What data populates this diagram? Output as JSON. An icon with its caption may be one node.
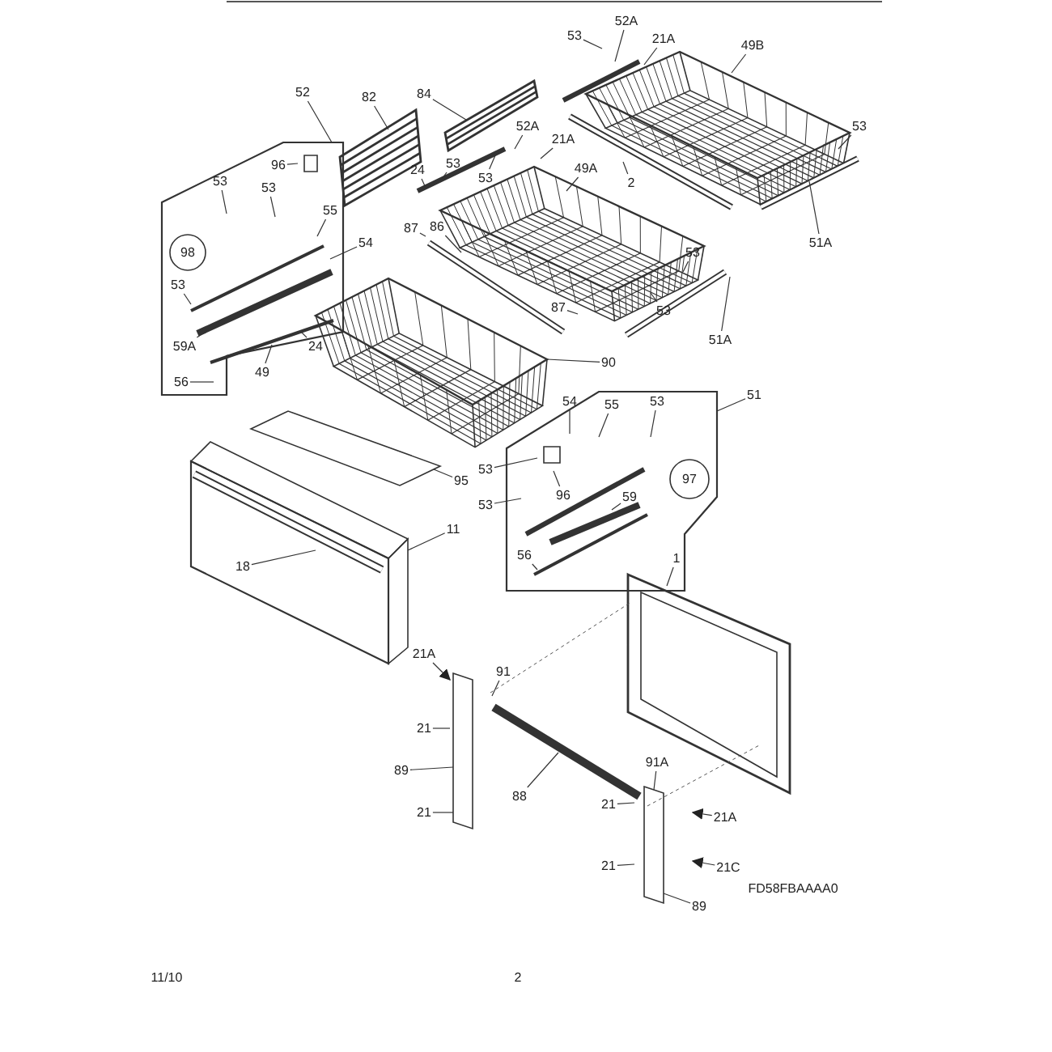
{
  "diagram": {
    "nodes": [
      {
        "text": [
          "52"
        ]
      },
      {
        "text": [
          "82"
        ]
      },
      {
        "text": [
          "84"
        ]
      },
      {
        "text": [
          "53"
        ]
      },
      {
        "text": [
          "52A"
        ]
      },
      {
        "text": [
          "21A"
        ]
      },
      {
        "text": [
          "49B"
        ]
      },
      {
        "text": [
          "96"
        ]
      },
      {
        "text": [
          "53"
        ]
      },
      {
        "text": [
          "53"
        ]
      },
      {
        "text": [
          "55"
        ]
      },
      {
        "text": [
          "54"
        ]
      },
      {
        "text": [
          "53"
        ]
      },
      {
        "text": [
          "24"
        ]
      },
      {
        "text": [
          "53"
        ]
      },
      {
        "text": [
          "53"
        ]
      },
      {
        "text": [
          "52A"
        ]
      },
      {
        "text": [
          "21A"
        ]
      },
      {
        "text": [
          "49A"
        ]
      },
      {
        "text": [
          "2"
        ]
      },
      {
        "text": [
          "53"
        ]
      },
      {
        "text": [
          "51A"
        ]
      },
      {
        "text": [
          "87"
        ]
      },
      {
        "text": [
          "86"
        ]
      },
      {
        "text": [
          "53"
        ]
      },
      {
        "text": [
          "53"
        ]
      },
      {
        "text": [
          "87"
        ]
      },
      {
        "text": [
          "59A"
        ]
      },
      {
        "text": [
          "24"
        ]
      },
      {
        "text": [
          "49"
        ]
      },
      {
        "text": [
          "56"
        ]
      },
      {
        "text": [
          "51A"
        ]
      },
      {
        "text": [
          "90"
        ]
      },
      {
        "text": [
          "51"
        ]
      },
      {
        "text": [
          "54"
        ]
      },
      {
        "text": [
          "55"
        ]
      },
      {
        "text": [
          "53"
        ]
      },
      {
        "text": [
          "53"
        ]
      },
      {
        "text": [
          "96"
        ]
      },
      {
        "text": [
          "53"
        ]
      },
      {
        "text": [
          "59"
        ]
      },
      {
        "text": [
          "56"
        ]
      },
      {
        "text": [
          "95"
        ]
      },
      {
        "text": [
          "11"
        ]
      },
      {
        "text": [
          "18"
        ]
      },
      {
        "text": [
          "1"
        ]
      },
      {
        "text": [
          "21A"
        ]
      },
      {
        "text": [
          "91"
        ]
      },
      {
        "text": [
          "21"
        ]
      },
      {
        "text": [
          "89"
        ]
      },
      {
        "text": [
          "21"
        ]
      },
      {
        "text": [
          "88"
        ]
      },
      {
        "text": [
          "91A"
        ]
      },
      {
        "text": [
          "21"
        ]
      },
      {
        "text": [
          "21A"
        ]
      },
      {
        "text": [
          "21C"
        ]
      },
      {
        "text": [
          "21"
        ]
      },
      {
        "text": [
          "89"
        ]
      }
    ],
    "edges": [
      {
        "from": 0,
        "to": null,
        "arrow": "none"
      },
      {
        "from": 1,
        "to": null,
        "arrow": "none"
      },
      {
        "from": 2,
        "to": null,
        "arrow": "none"
      },
      {
        "from": 3,
        "to": null,
        "arrow": "none"
      },
      {
        "from": 4,
        "to": null,
        "arrow": "none"
      },
      {
        "from": 5,
        "to": null,
        "arrow": "none"
      },
      {
        "from": 6,
        "to": null,
        "arrow": "none"
      },
      {
        "from": 7,
        "to": null,
        "arrow": "none"
      },
      {
        "from": 8,
        "to": null,
        "arrow": "none"
      },
      {
        "from": 9,
        "to": null,
        "arrow": "none"
      },
      {
        "from": 10,
        "to": null,
        "arrow": "none"
      },
      {
        "from": 11,
        "to": null,
        "arrow": "none"
      },
      {
        "from": 12,
        "to": null,
        "arrow": "none"
      },
      {
        "from": 13,
        "to": null,
        "arrow": "none"
      },
      {
        "from": 14,
        "to": null,
        "arrow": "none"
      },
      {
        "from": 15,
        "to": null,
        "arrow": "none"
      },
      {
        "from": 16,
        "to": null,
        "arrow": "none"
      },
      {
        "from": 17,
        "to": null,
        "arrow": "none"
      },
      {
        "from": 18,
        "to": null,
        "arrow": "none"
      },
      {
        "from": 19,
        "to": null,
        "arrow": "none"
      },
      {
        "from": 20,
        "to": null,
        "arrow": "none"
      },
      {
        "from": 21,
        "to": null,
        "arrow": "none"
      },
      {
        "from": 22,
        "to": null,
        "arrow": "none"
      },
      {
        "from": 23,
        "to": null,
        "arrow": "none"
      },
      {
        "from": 24,
        "to": null,
        "arrow": "none"
      },
      {
        "from": 25,
        "to": null,
        "arrow": "none"
      },
      {
        "from": 26,
        "to": null,
        "arrow": "none"
      },
      {
        "from": 27,
        "to": null,
        "arrow": "none"
      },
      {
        "from": 28,
        "to": null,
        "arrow": "none"
      },
      {
        "from": 29,
        "to": null,
        "arrow": "none"
      },
      {
        "from": 30,
        "to": null,
        "arrow": "none"
      },
      {
        "from": 31,
        "to": null,
        "arrow": "none"
      },
      {
        "from": 32,
        "to": null,
        "arrow": "none"
      },
      {
        "from": 33,
        "to": null,
        "arrow": "none"
      },
      {
        "from": 34,
        "to": null,
        "arrow": "none"
      },
      {
        "from": 35,
        "to": null,
        "arrow": "none"
      },
      {
        "from": 36,
        "to": null,
        "arrow": "none"
      },
      {
        "from": 37,
        "to": null,
        "arrow": "none"
      },
      {
        "from": 38,
        "to": null,
        "arrow": "none"
      },
      {
        "from": 39,
        "to": null,
        "arrow": "none"
      },
      {
        "from": 40,
        "to": null,
        "arrow": "none"
      },
      {
        "from": 41,
        "to": null,
        "arrow": "none"
      },
      {
        "from": 42,
        "to": null,
        "arrow": "none"
      },
      {
        "from": 43,
        "to": null,
        "arrow": "none"
      },
      {
        "from": 44,
        "to": null,
        "arrow": "none"
      },
      {
        "from": 45,
        "to": null,
        "arrow": "none"
      },
      {
        "from": 46,
        "to": null,
        "arrow": "to"
      },
      {
        "from": 47,
        "to": null,
        "arrow": "none"
      },
      {
        "from": 48,
        "to": null,
        "arrow": "none"
      },
      {
        "from": 49,
        "to": null,
        "arrow": "none"
      },
      {
        "from": 50,
        "to": null,
        "arrow": "none"
      },
      {
        "from": 51,
        "to": null,
        "arrow": "none"
      },
      {
        "from": 52,
        "to": null,
        "arrow": "none"
      },
      {
        "from": 53,
        "to": null,
        "arrow": "none"
      },
      {
        "from": 54,
        "to": null,
        "arrow": "to"
      },
      {
        "from": 55,
        "to": null,
        "arrow": "to"
      },
      {
        "from": 56,
        "to": null,
        "arrow": "none"
      },
      {
        "from": 57,
        "to": null,
        "arrow": "none"
      }
    ],
    "labels": [
      "98",
      "97",
      "FD58FBAAAA0",
      "11/10",
      "2"
    ]
  }
}
